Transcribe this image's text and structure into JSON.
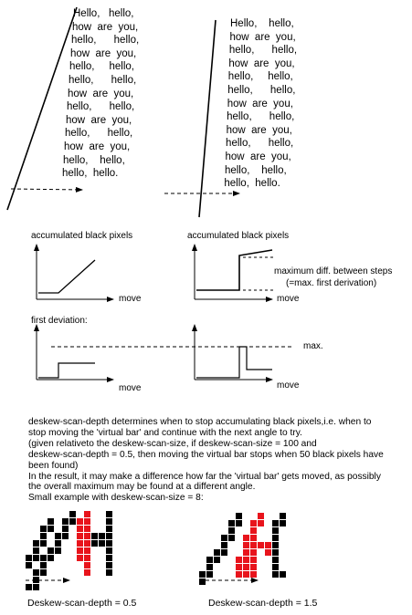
{
  "text_block_left": [
    "Hello,   hello,",
    "how  are  you,",
    "hello,      hello,",
    "how  are  you,",
    "hello,     hello,",
    "hello,      hello,",
    "how  are  you,",
    "hello,      hello,",
    "how  are  you,",
    "hello,      hello,",
    "how  are  you,",
    "hello,    hello,",
    "hello,  hello."
  ],
  "text_block_right": [
    "Hello,    hello,",
    "how  are  you,",
    "hello,      hello,",
    "how  are  you,",
    "hello,     hello,",
    "hello,      hello,",
    "how  are  you,",
    "hello,      hello,",
    "how  are  you,",
    "hello,      hello,",
    "how  are  you,",
    "hello,    hello,",
    "hello,  hello."
  ],
  "graph_labels": {
    "accumulated_left": "accumulated black pixels",
    "accumulated_right": "accumulated black pixels",
    "move_1": "move",
    "move_2": "move",
    "move_3": "move",
    "move_4": "move",
    "max_diff_line1": "maximum diff. between steps",
    "max_diff_line2": "(=max. first derivation)",
    "first_deviation": "first deviation:",
    "max": "max."
  },
  "paragraph": [
    "deskew-scan-depth determines when to stop accumulating black pixels,i.e. when to",
    "stop moving the 'virtual bar' and continue with the next angle to try.",
    "(given relativeto the deskew-scan-size, if deskew-scan-size = 100 and",
    "deskew-scan-depth = 0.5, then moving the virtual bar stops when 50 black pixels have",
    "been found)",
    "In the result, it may make a difference how far the 'virtual bar' gets moved, as possibly",
    "the overall maximum may be found  at a different angle.",
    "Small example with deskew-scan-size = 8:"
  ],
  "captions": {
    "left": "Deskew-scan-depth = 0.5",
    "right": "Deskew-scan-depth = 1.5"
  },
  "colors": {
    "ink": "#000000",
    "highlight": "#e8141c",
    "grid": "#ffffff"
  }
}
